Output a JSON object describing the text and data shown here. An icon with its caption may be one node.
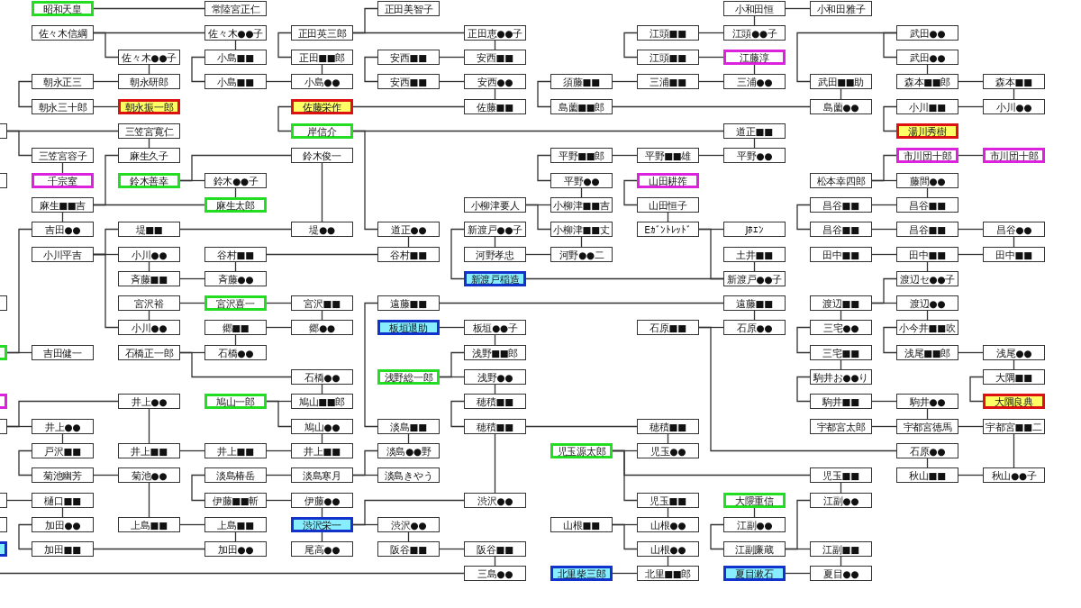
{
  "diagram": {
    "nodes": [
      {
        "text": [
          "昭和天皇"
        ]
      },
      {
        "text": [
          "常陸宮正仁"
        ]
      },
      {
        "text": [
          "正田美智子"
        ]
      },
      {
        "text": [
          "小和田恒"
        ]
      },
      {
        "text": [
          "小和田雅子"
        ]
      },
      {
        "text": [
          "佐々木信綱"
        ]
      },
      {
        "text": [
          "佐々木●●子"
        ]
      },
      {
        "text": [
          "正田英三郎"
        ]
      },
      {
        "text": [
          "正田恵●●子"
        ]
      },
      {
        "text": [
          "江頭■■"
        ]
      },
      {
        "text": [
          "江頭●●子"
        ]
      },
      {
        "text": [
          "武田●●"
        ]
      },
      {
        "text": [
          "佐々木●●子"
        ]
      },
      {
        "text": [
          "小島■■"
        ]
      },
      {
        "text": [
          "正田■■郎"
        ]
      },
      {
        "text": [
          "安西■■"
        ]
      },
      {
        "text": [
          "安西■■"
        ]
      },
      {
        "text": [
          "江頭■■"
        ]
      },
      {
        "text": [
          "江藤淳"
        ]
      },
      {
        "text": [
          "武田●●"
        ]
      },
      {
        "text": [
          "朝永正三"
        ]
      },
      {
        "text": [
          "朝永研郎"
        ]
      },
      {
        "text": [
          "小島■■"
        ]
      },
      {
        "text": [
          "小島●●"
        ]
      },
      {
        "text": [
          "安西■■"
        ]
      },
      {
        "text": [
          "安西●●"
        ]
      },
      {
        "text": [
          "須藤■■"
        ]
      },
      {
        "text": [
          "三浦■■"
        ]
      },
      {
        "text": [
          "三浦●●"
        ]
      },
      {
        "text": [
          "武田■■助"
        ]
      },
      {
        "text": [
          "森本■■郎"
        ]
      },
      {
        "text": [
          "森本■■"
        ]
      },
      {
        "text": [
          "朝永三十郎"
        ]
      },
      {
        "text": [
          "朝永振一郎"
        ]
      },
      {
        "text": [
          "佐藤栄作"
        ]
      },
      {
        "text": [
          "佐藤■■"
        ]
      },
      {
        "text": [
          "島薗■■郎"
        ]
      },
      {
        "text": [
          "島薗●●"
        ]
      },
      {
        "text": [
          "小川■■"
        ]
      },
      {
        "text": [
          "小川●●"
        ]
      },
      {
        "text": [],
        "shape": "box"
      },
      {
        "text": [
          "三笠宮寛仁"
        ]
      },
      {
        "text": [
          "岸信介"
        ]
      },
      {
        "text": [
          "道正■■"
        ]
      },
      {
        "text": [
          "湯川秀樹"
        ]
      },
      {
        "text": [
          "三笠宮容子"
        ]
      },
      {
        "text": [
          "麻生久子"
        ]
      },
      {
        "text": [
          "鈴木俊一"
        ]
      },
      {
        "text": [
          "平野■■郎"
        ]
      },
      {
        "text": [
          "平野■■雄"
        ]
      },
      {
        "text": [
          "平野●●"
        ]
      },
      {
        "text": [
          "市川団十郎"
        ]
      },
      {
        "text": [
          "市川団十郎"
        ]
      },
      {
        "text": [],
        "shape": "box"
      },
      {
        "text": [
          "千宗室"
        ]
      },
      {
        "text": [
          "鈴木善幸"
        ]
      },
      {
        "text": [
          "鈴木●●子"
        ]
      },
      {
        "text": [
          "平野●●"
        ]
      },
      {
        "text": [
          "山田耕筰"
        ]
      },
      {
        "text": [
          "松本幸四郎"
        ]
      },
      {
        "text": [
          "藤間●●"
        ]
      },
      {
        "text": [
          "麻生■■吉"
        ]
      },
      {
        "text": [
          "麻生太郎"
        ]
      },
      {
        "text": [
          "小柳津要人"
        ]
      },
      {
        "text": [
          "小柳津■■吉"
        ]
      },
      {
        "text": [
          "山田恒子"
        ]
      },
      {
        "text": [
          "昌谷■■"
        ]
      },
      {
        "text": [
          "昌谷■■"
        ]
      },
      {
        "text": [
          "吉田●●"
        ]
      },
      {
        "text": [
          "堤■■"
        ]
      },
      {
        "text": [
          "堤●●"
        ]
      },
      {
        "text": [
          "道正●●"
        ]
      },
      {
        "text": [
          "新渡戸●●子"
        ]
      },
      {
        "text": [
          "小柳津■■丈"
        ]
      },
      {
        "text": [
          "Eｶﾞﾝﾄﾚｯﾄﾞ"
        ]
      },
      {
        "text": [
          "Jﾎｴﾝ"
        ]
      },
      {
        "text": [
          "昌谷■■"
        ]
      },
      {
        "text": [
          "昌谷■■"
        ]
      },
      {
        "text": [
          "昌谷●●"
        ]
      },
      {
        "text": [
          "小川平吉"
        ]
      },
      {
        "text": [
          "小川●●"
        ]
      },
      {
        "text": [
          "谷村■■"
        ]
      },
      {
        "text": [
          "谷村■■"
        ]
      },
      {
        "text": [
          "河野孝忠"
        ]
      },
      {
        "text": [
          "河野●●二"
        ]
      },
      {
        "text": [
          "土井■■"
        ]
      },
      {
        "text": [
          "田中■■"
        ]
      },
      {
        "text": [
          "田中■■"
        ]
      },
      {
        "text": [
          "田中■■"
        ]
      },
      {
        "text": [
          "斉藤■■"
        ]
      },
      {
        "text": [
          "斉藤●●"
        ]
      },
      {
        "text": [
          "新渡戸稲造"
        ]
      },
      {
        "text": [
          "新渡戸●●子"
        ]
      },
      {
        "text": [
          "渡辺セ●●子"
        ]
      },
      {
        "text": [],
        "shape": "box"
      },
      {
        "text": [
          "宮沢裕"
        ]
      },
      {
        "text": [
          "宮沢喜一"
        ]
      },
      {
        "text": [
          "宮沢■■"
        ]
      },
      {
        "text": [
          "遠藤■■"
        ]
      },
      {
        "text": [
          "遠藤■■"
        ]
      },
      {
        "text": [
          "渡辺■■"
        ]
      },
      {
        "text": [
          "渡辺●●"
        ]
      },
      {
        "text": [
          "小川●●"
        ]
      },
      {
        "text": [
          "郷■■"
        ]
      },
      {
        "text": [
          "郷●●"
        ]
      },
      {
        "text": [
          "板垣退助"
        ]
      },
      {
        "text": [
          "板垣●●子"
        ]
      },
      {
        "text": [
          "石原■■"
        ]
      },
      {
        "text": [
          "石原●●"
        ]
      },
      {
        "text": [
          "三宅●●"
        ]
      },
      {
        "text": [
          "小今井■■吹"
        ]
      },
      {
        "text": [],
        "shape": "box"
      },
      {
        "text": [
          "吉田健一"
        ]
      },
      {
        "text": [
          "石橋正一郎"
        ]
      },
      {
        "text": [
          "石橋●●"
        ]
      },
      {
        "text": [
          "浅野■■郎"
        ]
      },
      {
        "text": [
          "三宅■■"
        ]
      },
      {
        "text": [
          "浅尾■■郎"
        ]
      },
      {
        "text": [
          "浅尾●●"
        ]
      },
      {
        "text": [
          "石橋●●"
        ]
      },
      {
        "text": [
          "浅野総一郎"
        ]
      },
      {
        "text": [
          "浅野●●"
        ]
      },
      {
        "text": [
          "駒井お●●り"
        ]
      },
      {
        "text": [
          "大隅■■"
        ]
      },
      {
        "text": [],
        "shape": "box"
      },
      {
        "text": [
          "井上●●"
        ]
      },
      {
        "text": [
          "鳩山一郎"
        ]
      },
      {
        "text": [
          "鳩山■■郎"
        ]
      },
      {
        "text": [
          "穂積■■"
        ]
      },
      {
        "text": [
          "駒井■■"
        ]
      },
      {
        "text": [
          "駒井●●"
        ]
      },
      {
        "text": [
          "大隅良典"
        ]
      },
      {
        "text": [],
        "shape": "box"
      },
      {
        "text": [
          "井上●●"
        ]
      },
      {
        "text": [
          "鳩山●●"
        ]
      },
      {
        "text": [
          "淡島■■"
        ]
      },
      {
        "text": [
          "穂積■■"
        ]
      },
      {
        "text": [
          "穂積■■"
        ]
      },
      {
        "text": [
          "宇都宮太郎"
        ]
      },
      {
        "text": [
          "宇都宮徳馬"
        ]
      },
      {
        "text": [
          "宇都宮■■二"
        ]
      },
      {
        "text": [
          "戸沢■■"
        ]
      },
      {
        "text": [
          "井上■■"
        ]
      },
      {
        "text": [
          "井上■■"
        ]
      },
      {
        "text": [
          "井上■■"
        ]
      },
      {
        "text": [
          "淡島●●野"
        ]
      },
      {
        "text": [
          "児玉源太郎"
        ]
      },
      {
        "text": [
          "児玉●●"
        ]
      },
      {
        "text": [
          "石原●●"
        ]
      },
      {
        "text": [
          "菊池幽芳"
        ]
      },
      {
        "text": [
          "菊池●●"
        ]
      },
      {
        "text": [
          "淡島椿岳"
        ]
      },
      {
        "text": [
          "淡島寒月"
        ]
      },
      {
        "text": [
          "淡島きやう"
        ]
      },
      {
        "text": [
          "児玉■■"
        ]
      },
      {
        "text": [
          "秋山■■"
        ]
      },
      {
        "text": [
          "秋山●●子"
        ]
      },
      {
        "text": [],
        "shape": "box"
      },
      {
        "text": [
          "樋口■■"
        ]
      },
      {
        "text": [
          "伊藤■■斬"
        ]
      },
      {
        "text": [
          "伊藤●●"
        ]
      },
      {
        "text": [
          "渋沢●●"
        ]
      },
      {
        "text": [
          "児玉■■"
        ]
      },
      {
        "text": [
          "大隈重信"
        ]
      },
      {
        "text": [
          "江副●●"
        ]
      },
      {
        "text": [],
        "shape": "box"
      },
      {
        "text": [
          "加田●●"
        ]
      },
      {
        "text": [
          "上島■■"
        ]
      },
      {
        "text": [
          "上島■■"
        ]
      },
      {
        "text": [
          "渋沢栄一"
        ]
      },
      {
        "text": [
          "渋沢●●"
        ]
      },
      {
        "text": [
          "山根■■"
        ]
      },
      {
        "text": [
          "山根●●"
        ]
      },
      {
        "text": [
          "江副●●"
        ]
      },
      {
        "text": [],
        "shape": "box"
      },
      {
        "text": [
          "加田■■"
        ]
      },
      {
        "text": [
          "加田●●"
        ]
      },
      {
        "text": [
          "尾高●●"
        ]
      },
      {
        "text": [
          "阪谷■■"
        ]
      },
      {
        "text": [
          "阪谷■■"
        ]
      },
      {
        "text": [
          "山根●●"
        ]
      },
      {
        "text": [
          "江副廉蔵"
        ]
      },
      {
        "text": [
          "江副■■"
        ]
      },
      {
        "text": [
          "三島●●"
        ]
      },
      {
        "text": [
          "北里柴三郎"
        ]
      },
      {
        "text": [
          "北里■■郎"
        ]
      },
      {
        "text": [
          "夏目漱石"
        ]
      },
      {
        "text": [
          "夏目●●"
        ]
      }
    ],
    "edges": [
      {
        "from": 0,
        "to": 1,
        "arrow": "none"
      },
      {
        "from": 3,
        "to": 4,
        "arrow": "none"
      },
      {
        "from": 5,
        "to": 6,
        "arrow": "none"
      },
      {
        "from": 5,
        "to": 12,
        "arrow": "none"
      },
      {
        "from": 6,
        "to": 13,
        "arrow": "none"
      },
      {
        "from": 7,
        "to": 2,
        "arrow": "none"
      },
      {
        "from": 7,
        "to": 8,
        "arrow": "none"
      },
      {
        "from": 7,
        "to": 14,
        "arrow": "none"
      },
      {
        "from": 9,
        "to": 10,
        "arrow": "none"
      },
      {
        "from": 9,
        "to": 17,
        "arrow": "none"
      },
      {
        "from": 3,
        "to": 10,
        "arrow": "none"
      },
      {
        "from": 11,
        "to": 19,
        "arrow": "none"
      },
      {
        "from": 11,
        "to": 29,
        "arrow": "none"
      },
      {
        "from": 12,
        "to": 21,
        "arrow": "none"
      },
      {
        "from": 13,
        "to": 22,
        "arrow": "none"
      },
      {
        "from": 14,
        "to": 23,
        "arrow": "none"
      },
      {
        "from": 15,
        "to": 16,
        "arrow": "none"
      },
      {
        "from": 15,
        "to": 24,
        "arrow": "none"
      },
      {
        "from": 8,
        "to": 16,
        "arrow": "none"
      },
      {
        "from": 17,
        "to": 18,
        "arrow": "none"
      },
      {
        "from": 18,
        "to": 28,
        "arrow": "none"
      },
      {
        "from": 20,
        "to": 21,
        "arrow": "none"
      },
      {
        "from": 20,
        "to": 32,
        "arrow": "none"
      },
      {
        "from": 22,
        "to": 23,
        "arrow": "none"
      },
      {
        "from": 24,
        "to": 25,
        "arrow": "none"
      },
      {
        "from": 25,
        "to": 35,
        "arrow": "none"
      },
      {
        "from": 26,
        "to": 27,
        "arrow": "none"
      },
      {
        "from": 26,
        "to": 36,
        "arrow": "none"
      },
      {
        "from": 27,
        "to": 28,
        "arrow": "none"
      },
      {
        "from": 19,
        "to": 30,
        "arrow": "none"
      },
      {
        "from": 29,
        "to": 37,
        "arrow": "none"
      },
      {
        "from": 30,
        "to": 31,
        "arrow": "none"
      },
      {
        "from": 31,
        "to": 39,
        "arrow": "none"
      },
      {
        "from": 32,
        "to": 33,
        "arrow": "none"
      },
      {
        "from": 34,
        "to": 35,
        "arrow": "none"
      },
      {
        "from": 34,
        "to": 42,
        "arrow": "none"
      },
      {
        "from": 36,
        "to": 37,
        "arrow": "none"
      },
      {
        "from": 38,
        "to": 39,
        "arrow": "none"
      },
      {
        "from": 38,
        "to": 44,
        "arrow": "none"
      },
      {
        "from": 40,
        "to": 41,
        "arrow": "none"
      },
      {
        "from": 40,
        "to": 45,
        "arrow": "none"
      },
      {
        "from": 41,
        "to": 46,
        "arrow": "none"
      },
      {
        "from": 42,
        "to": 43,
        "arrow": "none"
      },
      {
        "from": 42,
        "to": 71,
        "arrow": "none"
      },
      {
        "from": 43,
        "to": 50,
        "arrow": "none"
      },
      {
        "from": 45,
        "to": 54,
        "arrow": "none"
      },
      {
        "from": 48,
        "to": 49,
        "arrow": "none"
      },
      {
        "from": 48,
        "to": 57,
        "arrow": "none"
      },
      {
        "from": 49,
        "to": 50,
        "arrow": "none"
      },
      {
        "from": 51,
        "to": 52,
        "arrow": "none"
      },
      {
        "from": 59,
        "to": 51,
        "arrow": "none"
      },
      {
        "from": 59,
        "to": 60,
        "arrow": "none"
      },
      {
        "from": 55,
        "to": 56,
        "arrow": "none"
      },
      {
        "from": 55,
        "to": 47,
        "arrow": "none"
      },
      {
        "from": 56,
        "to": 62,
        "arrow": "none"
      },
      {
        "from": 57,
        "to": 64,
        "arrow": "none"
      },
      {
        "from": 58,
        "to": 65,
        "arrow": "none"
      },
      {
        "from": 60,
        "to": 67,
        "arrow": "none"
      },
      {
        "from": 61,
        "to": 46,
        "arrow": "none"
      },
      {
        "from": 61,
        "to": 62,
        "arrow": "none"
      },
      {
        "from": 61,
        "to": 68,
        "arrow": "none"
      },
      {
        "from": 63,
        "to": 64,
        "arrow": "none"
      },
      {
        "from": 63,
        "to": 73,
        "arrow": "none"
      },
      {
        "from": 65,
        "to": 74,
        "arrow": "none"
      },
      {
        "from": 66,
        "to": 67,
        "arrow": "none"
      },
      {
        "from": 66,
        "to": 76,
        "arrow": "none"
      },
      {
        "from": 47,
        "to": 70,
        "arrow": "none"
      },
      {
        "from": 69,
        "to": 70,
        "arrow": "none"
      },
      {
        "from": 71,
        "to": 82,
        "arrow": "none"
      },
      {
        "from": 72,
        "to": 83,
        "arrow": "none"
      },
      {
        "from": 72,
        "to": 91,
        "arrow": "none"
      },
      {
        "from": 73,
        "to": 84,
        "arrow": "none"
      },
      {
        "from": 74,
        "to": 75,
        "arrow": "none"
      },
      {
        "from": 74,
        "to": 92,
        "arrow": "none"
      },
      {
        "from": 76,
        "to": 77,
        "arrow": "none"
      },
      {
        "from": 77,
        "to": 78,
        "arrow": "none"
      },
      {
        "from": 78,
        "to": 88,
        "arrow": "none"
      },
      {
        "from": 79,
        "to": 69,
        "arrow": "none"
      },
      {
        "from": 79,
        "to": 80,
        "arrow": "none"
      },
      {
        "from": 79,
        "to": 102,
        "arrow": "none"
      },
      {
        "from": 80,
        "to": 89,
        "arrow": "none"
      },
      {
        "from": 81,
        "to": 82,
        "arrow": "none"
      },
      {
        "from": 81,
        "to": 90,
        "arrow": "none"
      },
      {
        "from": 83,
        "to": 84,
        "arrow": "none"
      },
      {
        "from": 85,
        "to": 92,
        "arrow": "none"
      },
      {
        "from": 86,
        "to": 87,
        "arrow": "none"
      },
      {
        "from": 87,
        "to": 88,
        "arrow": "none"
      },
      {
        "from": 87,
        "to": 93,
        "arrow": "none"
      },
      {
        "from": 89,
        "to": 90,
        "arrow": "none"
      },
      {
        "from": 91,
        "to": 92,
        "arrow": "none"
      },
      {
        "from": 95,
        "to": 96,
        "arrow": "none"
      },
      {
        "from": 95,
        "to": 102,
        "arrow": "none"
      },
      {
        "from": 96,
        "to": 97,
        "arrow": "none"
      },
      {
        "from": 97,
        "to": 104,
        "arrow": "none"
      },
      {
        "from": 98,
        "to": 99,
        "arrow": "none"
      },
      {
        "from": 98,
        "to": 135,
        "arrow": "none"
      },
      {
        "from": 99,
        "to": 108,
        "arrow": "none"
      },
      {
        "from": 100,
        "to": 101,
        "arrow": "none"
      },
      {
        "from": 100,
        "to": 93,
        "arrow": "none"
      },
      {
        "from": 100,
        "to": 109,
        "arrow": "none"
      },
      {
        "from": 101,
        "to": 110,
        "arrow": "none"
      },
      {
        "from": 103,
        "to": 104,
        "arrow": "none"
      },
      {
        "from": 103,
        "to": 114,
        "arrow": "none"
      },
      {
        "from": 105,
        "to": 106,
        "arrow": "none"
      },
      {
        "from": 106,
        "to": 115,
        "arrow": "none"
      },
      {
        "from": 107,
        "to": 108,
        "arrow": "none"
      },
      {
        "from": 107,
        "to": 148,
        "arrow": "none"
      },
      {
        "from": 109,
        "to": 116,
        "arrow": "none"
      },
      {
        "from": 110,
        "to": 117,
        "arrow": "none"
      },
      {
        "from": 111,
        "to": 112,
        "arrow": "none"
      },
      {
        "from": 111,
        "to": 68,
        "arrow": "none"
      },
      {
        "from": 113,
        "to": 114,
        "arrow": "none"
      },
      {
        "from": 113,
        "to": 119,
        "arrow": "none"
      },
      {
        "from": 116,
        "to": 122,
        "arrow": "none"
      },
      {
        "from": 117,
        "to": 118,
        "arrow": "none"
      },
      {
        "from": 118,
        "to": 123,
        "arrow": "none"
      },
      {
        "from": 119,
        "to": 127,
        "arrow": "none"
      },
      {
        "from": 120,
        "to": 121,
        "arrow": "none"
      },
      {
        "from": 120,
        "to": 115,
        "arrow": "none"
      },
      {
        "from": 121,
        "to": 128,
        "arrow": "none"
      },
      {
        "from": 122,
        "to": 129,
        "arrow": "none"
      },
      {
        "from": 123,
        "to": 131,
        "arrow": "none"
      },
      {
        "from": 126,
        "to": 127,
        "arrow": "none"
      },
      {
        "from": 126,
        "to": 134,
        "arrow": "none"
      },
      {
        "from": 128,
        "to": 136,
        "arrow": "none"
      },
      {
        "from": 125,
        "to": 142,
        "arrow": "none"
      },
      {
        "from": 129,
        "to": 130,
        "arrow": "none"
      },
      {
        "from": 130,
        "to": 139,
        "arrow": "none"
      },
      {
        "from": 132,
        "to": 133,
        "arrow": "none"
      },
      {
        "from": 132,
        "to": 125,
        "arrow": "none"
      },
      {
        "from": 133,
        "to": 141,
        "arrow": "none"
      },
      {
        "from": 134,
        "to": 144,
        "arrow": "none"
      },
      {
        "from": 135,
        "to": 145,
        "arrow": "none"
      },
      {
        "from": 136,
        "to": 137,
        "arrow": "none"
      },
      {
        "from": 136,
        "to": 161,
        "arrow": "none"
      },
      {
        "from": 137,
        "to": 147,
        "arrow": "none"
      },
      {
        "from": 138,
        "to": 139,
        "arrow": "none"
      },
      {
        "from": 139,
        "to": 140,
        "arrow": "none"
      },
      {
        "from": 140,
        "to": 156,
        "arrow": "none"
      },
      {
        "from": 141,
        "to": 149,
        "arrow": "none"
      },
      {
        "from": 142,
        "to": 143,
        "arrow": "none"
      },
      {
        "from": 143,
        "to": 144,
        "arrow": "none"
      },
      {
        "from": 146,
        "to": 147,
        "arrow": "none"
      },
      {
        "from": 146,
        "to": 162,
        "arrow": "none"
      },
      {
        "from": 146,
        "to": 154,
        "arrow": "none"
      },
      {
        "from": 148,
        "to": 155,
        "arrow": "none"
      },
      {
        "from": 149,
        "to": 150,
        "arrow": "none"
      },
      {
        "from": 150,
        "to": 167,
        "arrow": "none"
      },
      {
        "from": 151,
        "to": 152,
        "arrow": "none"
      },
      {
        "from": 151,
        "to": 159,
        "arrow": "none"
      },
      {
        "from": 152,
        "to": 153,
        "arrow": "none"
      },
      {
        "from": 152,
        "to": 145,
        "arrow": "none"
      },
      {
        "from": 154,
        "to": 164,
        "arrow": "none"
      },
      {
        "from": 155,
        "to": 156,
        "arrow": "none"
      },
      {
        "from": 157,
        "to": 158,
        "arrow": "none"
      },
      {
        "from": 158,
        "to": 166,
        "arrow": "none"
      },
      {
        "from": 159,
        "to": 160,
        "arrow": "none"
      },
      {
        "from": 160,
        "to": 169,
        "arrow": "none"
      },
      {
        "from": 162,
        "to": 172,
        "arrow": "none"
      },
      {
        "from": 163,
        "to": 173,
        "arrow": "none"
      },
      {
        "from": 166,
        "to": 175,
        "arrow": "none"
      },
      {
        "from": 167,
        "to": 168,
        "arrow": "none"
      },
      {
        "from": 168,
        "to": 176,
        "arrow": "none"
      },
      {
        "from": 169,
        "to": 170,
        "arrow": "none"
      },
      {
        "from": 169,
        "to": 161,
        "arrow": "none"
      },
      {
        "from": 169,
        "to": 177,
        "arrow": "none"
      },
      {
        "from": 170,
        "to": 178,
        "arrow": "none"
      },
      {
        "from": 171,
        "to": 172,
        "arrow": "none"
      },
      {
        "from": 171,
        "to": 180,
        "arrow": "none"
      },
      {
        "from": 173,
        "to": 181,
        "arrow": "none"
      },
      {
        "from": 175,
        "to": 176,
        "arrow": "none"
      },
      {
        "from": 178,
        "to": 179,
        "arrow": "none"
      },
      {
        "from": 179,
        "to": 183,
        "arrow": "none"
      },
      {
        "from": 180,
        "to": 185,
        "arrow": "none"
      },
      {
        "from": 181,
        "to": 182,
        "arrow": "none"
      },
      {
        "from": 181,
        "to": 164,
        "arrow": "none"
      },
      {
        "from": 182,
        "to": 187,
        "arrow": "none"
      },
      {
        "from": 184,
        "to": 185,
        "arrow": "none"
      },
      {
        "from": 186,
        "to": 187,
        "arrow": "none"
      },
      {
        "from": null,
        "to": 183,
        "arrow": "none"
      }
    ]
  }
}
